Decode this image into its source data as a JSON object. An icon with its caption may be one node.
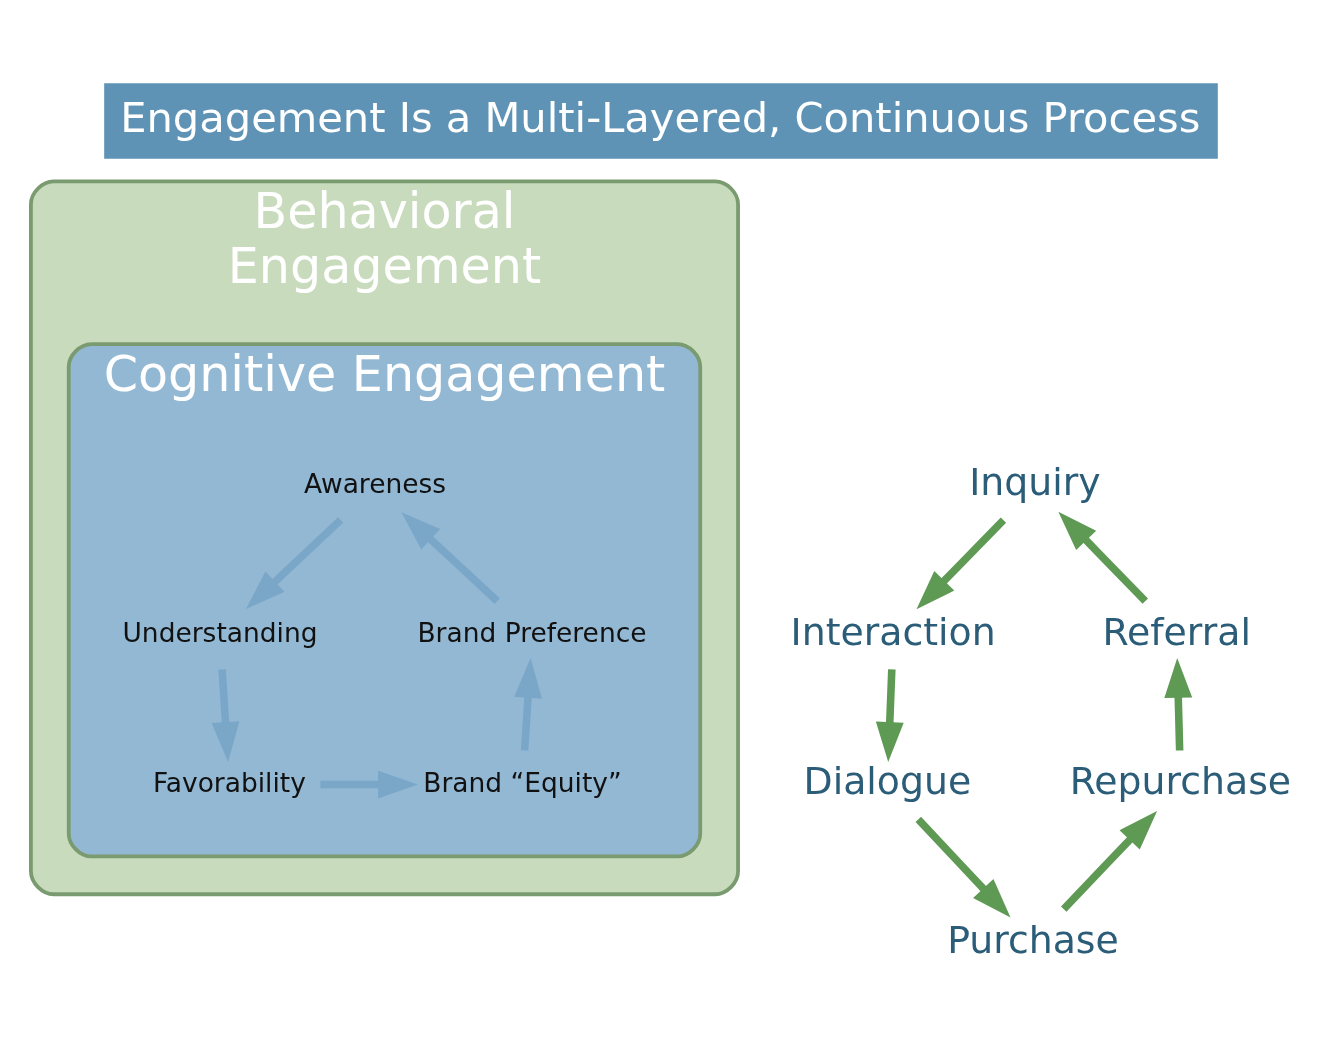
{
  "diagram": {
    "title": "Engagement Is a Multi-Layered, Continuous Process",
    "nodes": [
      {
        "text": [
          "Behavioral",
          "Engagement"
        ]
      },
      {
        "text": [
          "Cognitive Engagement"
        ],
        "in": 0
      },
      {
        "text": [
          "Inquiry"
        ]
      },
      {
        "text": [
          "Interaction"
        ]
      },
      {
        "text": [
          "Dialogue"
        ]
      },
      {
        "text": [
          "Purchase"
        ]
      },
      {
        "text": [
          "Repurchase"
        ]
      },
      {
        "text": [
          "Referral"
        ]
      },
      {
        "text": [
          "Awareness"
        ],
        "in": 1
      },
      {
        "text": [
          "Understanding"
        ],
        "in": 1
      },
      {
        "text": [
          "Favorability"
        ],
        "in": 1
      },
      {
        "text": [
          "Brand “Equity”"
        ],
        "in": 1
      },
      {
        "text": [
          "Brand Preference"
        ],
        "in": 1
      }
    ],
    "edges": [
      {
        "from": 2,
        "to": 3,
        "arrow": "to"
      },
      {
        "from": 3,
        "to": 4,
        "arrow": "to"
      },
      {
        "from": 4,
        "to": 5,
        "arrow": "to"
      },
      {
        "from": 5,
        "to": 6,
        "arrow": "to"
      },
      {
        "from": 6,
        "to": 7,
        "arrow": "to"
      },
      {
        "from": 7,
        "to": 2,
        "arrow": "to"
      },
      {
        "from": 8,
        "to": 9,
        "arrow": "to",
        "color": "#7aa6c8"
      },
      {
        "from": 9,
        "to": 10,
        "arrow": "to",
        "color": "#7aa6c8"
      },
      {
        "from": 10,
        "to": 11,
        "arrow": "to",
        "color": "#7aa6c8"
      },
      {
        "from": 11,
        "to": 12,
        "arrow": "to",
        "color": "#7aa6c8"
      },
      {
        "from": 12,
        "to": 8,
        "arrow": "to",
        "color": "#7aa6c8"
      }
    ]
  }
}
